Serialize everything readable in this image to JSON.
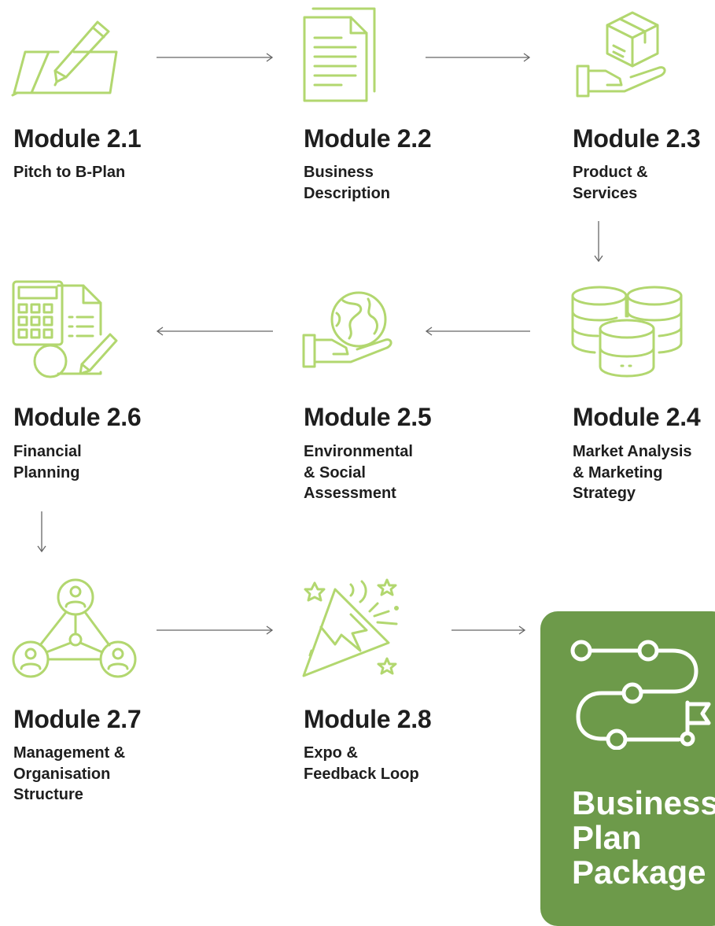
{
  "modules": [
    {
      "title": "Module 2.1",
      "subtitle": "Pitch to B-Plan",
      "icon": "pen-writing-icon"
    },
    {
      "title": "Module 2.2",
      "subtitle": "Business\nDescription",
      "icon": "document-icon"
    },
    {
      "title": "Module 2.3",
      "subtitle": "Product &\nServices",
      "icon": "hand-box-icon"
    },
    {
      "title": "Module 2.4",
      "subtitle": "Market Analysis\n& Marketing\nStrategy",
      "icon": "database-stack-icon"
    },
    {
      "title": "Module 2.5",
      "subtitle": "Environmental\n& Social\nAssessment",
      "icon": "hand-globe-icon"
    },
    {
      "title": "Module 2.6",
      "subtitle": "Financial\nPlanning",
      "icon": "calculator-document-icon"
    },
    {
      "title": "Module 2.7",
      "subtitle": "Management &\nOrganisation\nStructure",
      "icon": "team-network-icon"
    },
    {
      "title": "Module 2.8",
      "subtitle": "Expo &\nFeedback Loop",
      "icon": "party-popper-icon"
    }
  ],
  "package": {
    "title": "Business\nPlan\nPackage",
    "icon": "roadmap-flag-icon"
  },
  "colors": {
    "icon": "#b2d76f",
    "package_bg": "#6d9a4a",
    "arrow": "#666666",
    "text": "#1e1e1e"
  }
}
